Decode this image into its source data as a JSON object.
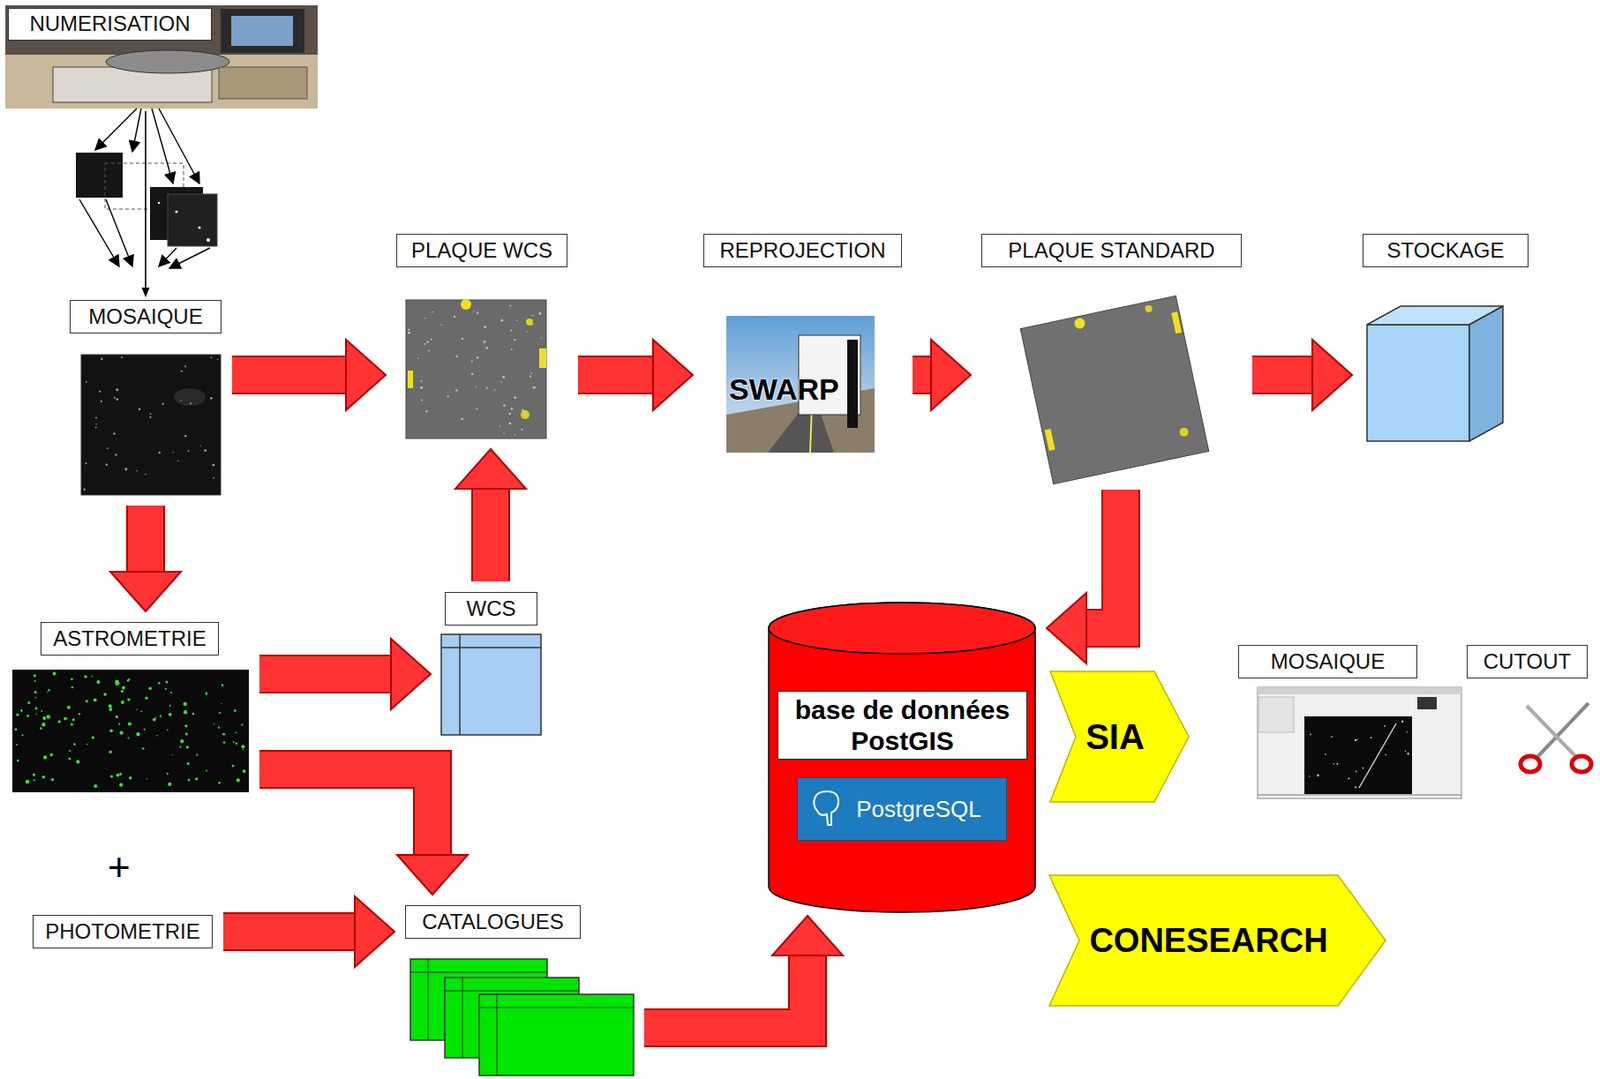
{
  "diagram": {
    "nodes": [
      {
        "text": [
          "NUMERISATION"
        ]
      },
      {
        "text": [
          "PLAQUE WCS"
        ]
      },
      {
        "text": [
          "REPROJECTION"
        ]
      },
      {
        "text": [
          "PLAQUE STANDARD"
        ]
      },
      {
        "text": [
          "STOCKAGE"
        ]
      },
      {
        "text": [
          "MOSAIQUE"
        ]
      },
      {
        "text": [
          "ASTROMETRIE"
        ]
      },
      {
        "text": [
          "WCS"
        ]
      },
      {
        "text": [
          "base de données PostGIS"
        ]
      },
      {
        "text": [
          "PostgreSQL"
        ],
        "in": 8
      },
      {
        "text": [
          "SIA"
        ]
      },
      {
        "text": [
          "MOSAIQUE"
        ]
      },
      {
        "text": [
          "CUTOUT"
        ]
      },
      {
        "text": [
          "PHOTOMETRIE"
        ]
      },
      {
        "text": [
          "CATALOGUES"
        ]
      },
      {
        "text": [
          "CONESEARCH"
        ]
      }
    ],
    "edges": [
      {
        "from": 0,
        "to": 5,
        "arrow": "to"
      },
      {
        "from": 5,
        "to": 1,
        "arrow": "to"
      },
      {
        "from": 1,
        "to": 2,
        "arrow": "to"
      },
      {
        "from": 2,
        "to": 3,
        "arrow": "to"
      },
      {
        "from": 3,
        "to": 4,
        "arrow": "to"
      },
      {
        "from": 5,
        "to": 6,
        "arrow": "to"
      },
      {
        "from": 6,
        "to": 7,
        "arrow": "to"
      },
      {
        "from": 7,
        "to": 1,
        "arrow": "to"
      },
      {
        "from": 6,
        "to": 14,
        "arrow": "to"
      },
      {
        "from": 13,
        "to": 14,
        "arrow": "to"
      },
      {
        "from": 14,
        "to": 8,
        "arrow": "to"
      },
      {
        "from": 3,
        "to": 8,
        "arrow": "to"
      }
    ],
    "labels": [
      "SWARP",
      "+"
    ]
  }
}
